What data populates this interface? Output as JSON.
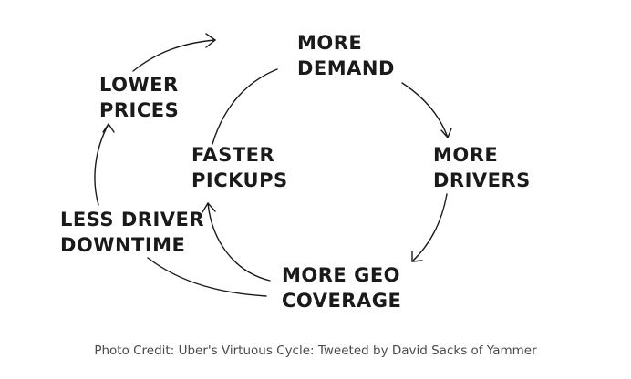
{
  "diagram": {
    "nodes": {
      "more_demand": "MORE\nDEMAND",
      "more_drivers": "MORE\nDRIVERS",
      "more_geo_coverage": "MORE GEO\nCOVERAGE",
      "faster_pickups": "FASTER\nPICKUPS",
      "less_driver_downtime": "LESS DRIVER\nDOWNTIME",
      "lower_prices": "LOWER\nPRICES"
    },
    "caption": "Photo Credit: Uber's Virtuous Cycle: Tweeted by David Sacks of Yammer",
    "colors": {
      "ink": "#1a1a1a",
      "caption": "#4a4a4a",
      "background": "#ffffff"
    }
  }
}
